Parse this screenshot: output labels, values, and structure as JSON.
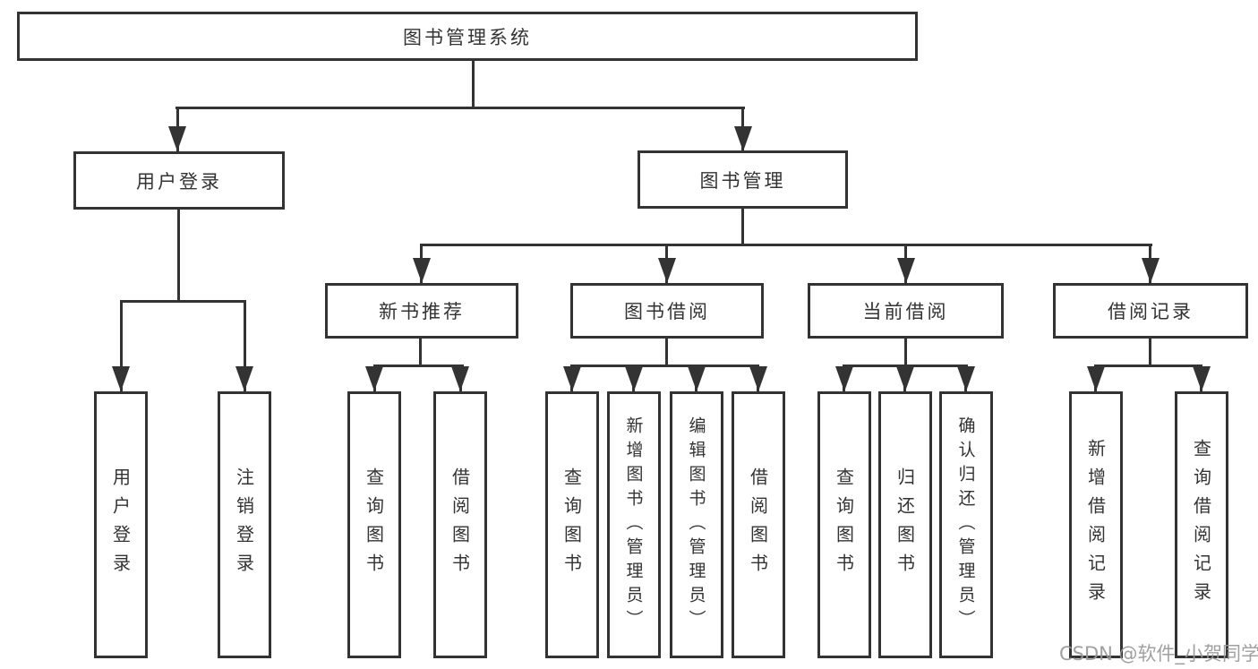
{
  "diagram": {
    "root": "图书管理系统",
    "level2": {
      "user_login": "用户登录",
      "book_management": "图书管理"
    },
    "level3": {
      "new_book_recommend": "新书推荐",
      "book_borrowing": "图书借阅",
      "current_borrowing": "当前借阅",
      "borrowing_records": "借阅记录"
    },
    "leaves": {
      "login_user_login": "用户登录",
      "login_logout": "注销登录",
      "recommend_query_books": "查询图书",
      "recommend_borrow_books": "借阅图书",
      "borrowing_query_books": "查询图书",
      "borrowing_add_books_admin": "新增图书（管理员）",
      "borrowing_edit_books_admin": "编辑图书（管理员）",
      "borrowing_borrow_books": "借阅图书",
      "current_query_books": "查询图书",
      "current_return_books": "归还图书",
      "current_confirm_return_admin": "确认归还（管理员）",
      "records_add_borrow_record": "新增借阅记录",
      "records_query_borrow_record": "查询借阅记录"
    },
    "watermark": "CSDN @软件_小贺同学",
    "colors": {
      "line": "#333333",
      "box_border": "#333333",
      "text": "#333333",
      "watermark": "#989898",
      "background": "#ffffff"
    }
  }
}
